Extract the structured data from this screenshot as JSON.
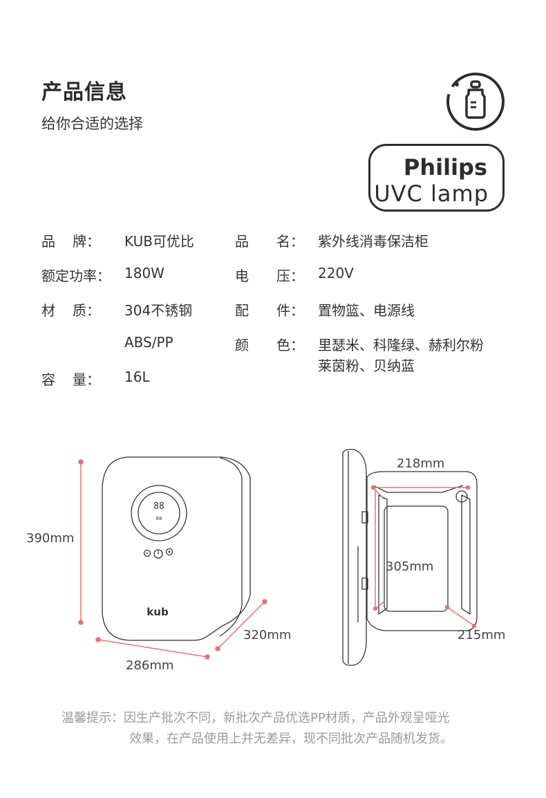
{
  "header": {
    "title": "产品信息",
    "subtitle": "给你合适的选择"
  },
  "badge": {
    "line1": "Philips",
    "line2": "UVC lamp",
    "icon": "baby-bottle-icon"
  },
  "specs": {
    "brand_label_a": "品",
    "brand_label_b": "牌：",
    "brand_value": "KUB可优比",
    "name_label_a": "品",
    "name_label_b": "名：",
    "name_value": "紫外线消毒保洁柜",
    "power_label": "额定功率：",
    "power_value": "180W",
    "voltage_label_a": "电",
    "voltage_label_b": "压：",
    "voltage_value": "220V",
    "material_label_a": "材",
    "material_label_b": "质：",
    "material_value_1": "304不锈钢",
    "material_value_2": "ABS/PP",
    "parts_label_a": "配",
    "parts_label_b": "件：",
    "parts_value": "置物篮、电源线",
    "color_label_a": "颜",
    "color_label_b": "色：",
    "color_value_1": "里瑟米、科隆绿、赫利尔粉",
    "color_value_2": "莱茵粉、贝纳蓝",
    "capacity_label_a": "容",
    "capacity_label_b": "量：",
    "capacity_value": "16L"
  },
  "dimensions": {
    "height": "390mm",
    "width": "286mm",
    "depth": "320mm",
    "inner_width": "218mm",
    "inner_height": "305mm",
    "inner_depth": "215mm"
  },
  "device": {
    "logo": "kub",
    "display_digits": "88"
  },
  "note": {
    "line1": "温馨提示：因生产批次不同，新批次产品优选PP材质，产品外观呈哑光",
    "line2": "效果，在产品使用上并无差异，现不同批次产品随机发货。"
  },
  "colors": {
    "accent": "#e0766f",
    "line": "#333333",
    "note": "#9a9a9a"
  }
}
